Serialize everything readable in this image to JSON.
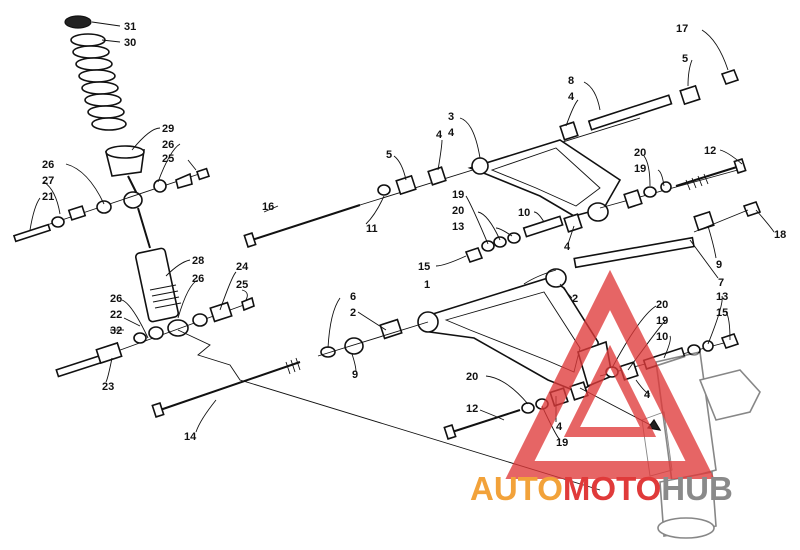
{
  "callouts": [
    "31",
    "30",
    "29",
    "26",
    "25",
    "26",
    "27",
    "21",
    "28",
    "26",
    "24",
    "25",
    "26",
    "22",
    "32",
    "23",
    "14",
    "16",
    "11",
    "5",
    "4",
    "3",
    "4",
    "8",
    "4",
    "5",
    "17",
    "20",
    "19",
    "12",
    "19",
    "20",
    "13",
    "10",
    "4",
    "15",
    "18",
    "1",
    "2",
    "9",
    "7",
    "6",
    "2",
    "9",
    "20",
    "19",
    "10",
    "13",
    "15",
    "4",
    "20",
    "12",
    "4",
    "19"
  ],
  "watermark": {
    "part1": "AUTO",
    "part2": "MOTO",
    "part3": "HUB",
    "color_primary": "#f2a23a",
    "color_secondary": "#e03a3a",
    "color_tertiary": "#8a8a8a"
  }
}
